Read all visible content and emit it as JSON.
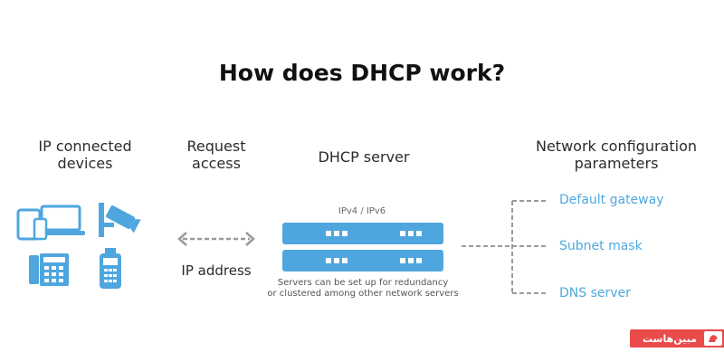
{
  "title": "How does DHCP work?",
  "columns": {
    "devices": [
      "IP connected",
      "devices"
    ],
    "request": [
      "Request",
      "access"
    ],
    "server": "DHCP server",
    "params": [
      "Network configuration",
      "parameters"
    ]
  },
  "ip_address": "IP address",
  "server_version": "IPv4 / IPv6",
  "server_note": [
    "Servers can be set up for redundancy",
    "or clustered among other network servers"
  ],
  "parameters": [
    "Default gateway",
    "Subnet mask",
    "DNS server"
  ],
  "brand_text": "مبین‌هاست",
  "colors": {
    "accent": "#4fa6de",
    "link_text": "#4fa8df",
    "connector": "#9a9a9a",
    "brand": "#e94b4b"
  },
  "icons": [
    "devices-icon",
    "camera-icon",
    "desk-phone-icon",
    "handheld-device-icon",
    "double-arrow-icon",
    "server-icon"
  ]
}
